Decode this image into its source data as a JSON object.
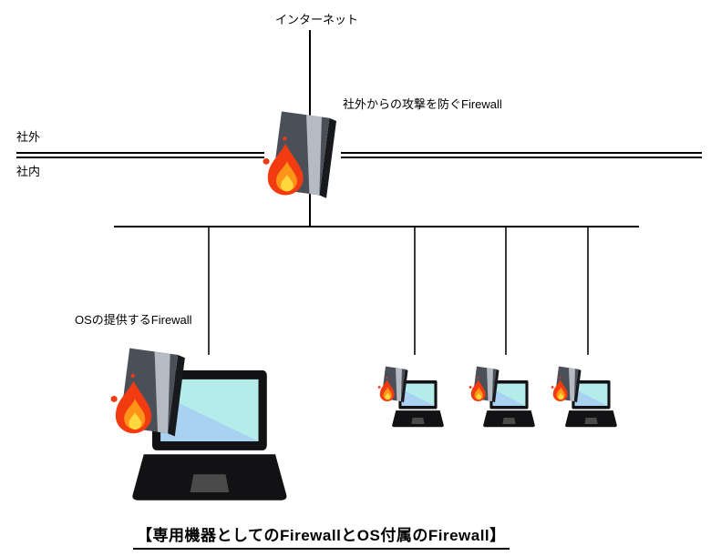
{
  "diagram": {
    "title": "【専用機器としてのFirewallとOS付属のFirewall】",
    "labels": {
      "internet": "インターネット",
      "external_firewall": "社外からの攻撃を防ぐFirewall",
      "outside": "社外",
      "inside": "社内",
      "os_firewall": "OSの提供するFirewall"
    }
  },
  "colors": {
    "line_black": "#000000",
    "drop_gray": "#3c3c3c",
    "wall_front": "#4b5058",
    "wall_side": "#17191d",
    "wall_top": "#c5cbd1",
    "wall_stripe": "#b4bbc3",
    "flame_red": "#f23b10",
    "flame_orange": "#ff9518",
    "flame_yellow": "#ffd83d",
    "screen_cyan": "#b3ece9",
    "screen_blue": "#a9d1f2",
    "laptop_body": "#121214",
    "touchpad": "#4a4a4a"
  }
}
